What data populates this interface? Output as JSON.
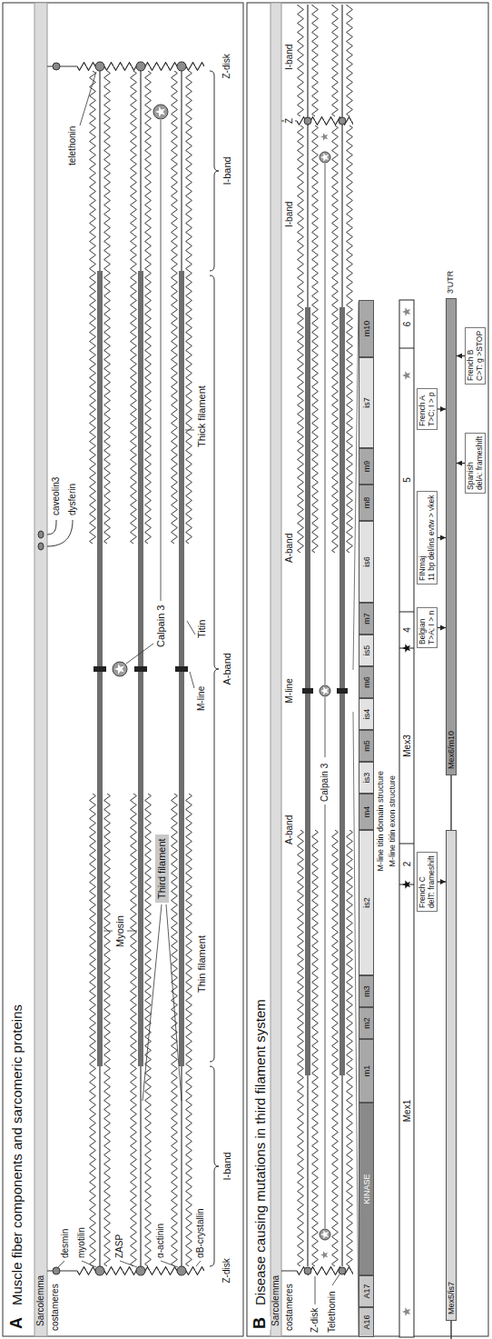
{
  "diagram": {
    "nodes": [
      {
        "text": [
          "Third filament"
        ]
      },
      {
        "text": [
          "A16"
        ]
      },
      {
        "text": [
          "A17"
        ]
      },
      {
        "text": [
          "KINASE"
        ]
      },
      {
        "text": [
          "m1"
        ]
      },
      {
        "text": [
          "m2"
        ]
      },
      {
        "text": [
          "m3"
        ]
      },
      {
        "text": [
          "is2"
        ]
      },
      {
        "text": [
          "m4"
        ]
      },
      {
        "text": [
          "is3"
        ]
      },
      {
        "text": [
          "m5"
        ]
      },
      {
        "text": [
          "is4"
        ]
      },
      {
        "text": [
          "m6"
        ]
      },
      {
        "text": [
          "is5"
        ]
      },
      {
        "text": [
          "m7"
        ]
      },
      {
        "text": [
          "is6"
        ]
      },
      {
        "text": [
          "m8"
        ]
      },
      {
        "text": [
          "m9"
        ]
      },
      {
        "text": [
          "is7"
        ]
      },
      {
        "text": [
          "m10"
        ]
      },
      {
        "text": [
          "Mex1"
        ]
      },
      {
        "text": [
          "2"
        ]
      },
      {
        "text": [
          "Mex3"
        ]
      },
      {
        "text": [
          "4"
        ]
      },
      {
        "text": [
          "5"
        ]
      },
      {
        "text": [
          "6"
        ]
      },
      {
        "text": [
          "Mex5/is7"
        ]
      },
      {
        "text": [
          "Mex6/m10"
        ]
      },
      {
        "text": [
          "French C",
          "delT: frameshift"
        ]
      },
      {
        "text": [
          "Belgian",
          "T>A; I > n"
        ]
      },
      {
        "text": [
          "FINmaj",
          "11 bp del/ins evtw > vkek"
        ]
      },
      {
        "text": [
          "French A",
          "T>C; I > p"
        ]
      },
      {
        "text": [
          "Spanish",
          "delA: frameshift"
        ]
      },
      {
        "text": [
          "French B",
          "C>T: g >STOP"
        ]
      }
    ],
    "edges": [
      {
        "from": 28,
        "to": 26,
        "arrow": "to"
      },
      {
        "from": 29,
        "to": 27,
        "arrow": "to"
      },
      {
        "from": 30,
        "to": 27,
        "arrow": "to"
      },
      {
        "from": 31,
        "to": 27,
        "arrow": "to"
      },
      {
        "from": 32,
        "to": 27,
        "arrow": "to"
      },
      {
        "from": 33,
        "to": 27,
        "arrow": "to"
      }
    ],
    "labels": [
      "A",
      "Muscle fiber components and sarcomeric proteins",
      "Sarcolemma",
      "costameres",
      "desmin",
      "myotilin",
      "ZASP",
      "α-actinin",
      "αB-crystallin",
      "caveolin3",
      "dysferin",
      "Myosin",
      "Calpain 3",
      "telethonin",
      "Titin",
      "M-line",
      "Thin filament",
      "Thick filament",
      "Z-disk",
      "I-band",
      "A-band",
      "I-band",
      "Z-disk",
      "B",
      "Disease causing mutations in third filament system",
      "Sarcolemma",
      "costameres",
      "A-band",
      "M-line",
      "A-band",
      "I-band",
      "Z",
      "I-band",
      "Calpain 3",
      "Z-disk",
      "Telethonin",
      "M-line titin domain structure",
      "M-line titin exon structure",
      "3'UTR"
    ]
  }
}
